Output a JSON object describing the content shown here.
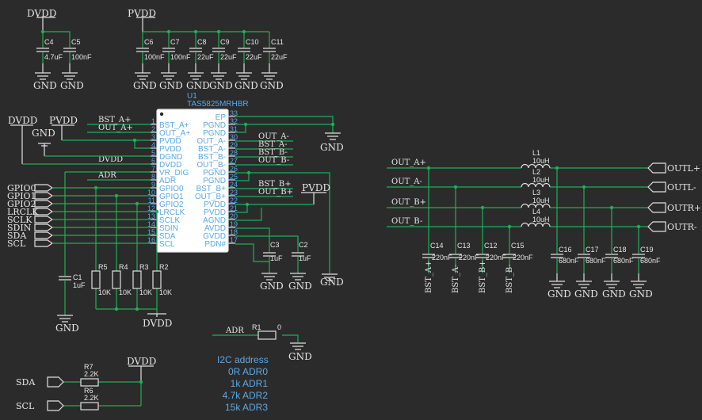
{
  "power": {
    "dvdd": "DVDD",
    "pvdd": "PVDD",
    "gnd": "GND"
  },
  "ic": {
    "ref": "U1",
    "part": "TAS5825MRHBR",
    "left_pins": [
      {
        "num": "1",
        "name": "BST_A+"
      },
      {
        "num": "2",
        "name": "OUT_A+"
      },
      {
        "num": "3",
        "name": "PVDD"
      },
      {
        "num": "4",
        "name": "PVDD"
      },
      {
        "num": "5",
        "name": "DGND"
      },
      {
        "num": "6",
        "name": "DVDD"
      },
      {
        "num": "7",
        "name": "VR_DIG"
      },
      {
        "num": "8",
        "name": "ADR"
      },
      {
        "num": "9",
        "name": "GPIO0"
      },
      {
        "num": "10",
        "name": "GPIO1"
      },
      {
        "num": "11",
        "name": "GPIO2"
      },
      {
        "num": "12",
        "name": "LRCLK"
      },
      {
        "num": "13",
        "name": "SCLK"
      },
      {
        "num": "14",
        "name": "SDIN"
      },
      {
        "num": "15",
        "name": "SDA"
      },
      {
        "num": "16",
        "name": "SCL"
      }
    ],
    "right_pins": [
      {
        "num": "33",
        "name": "EP"
      },
      {
        "num": "32",
        "name": "PGND"
      },
      {
        "num": "31",
        "name": "PGND"
      },
      {
        "num": "30",
        "name": "OUT_A-"
      },
      {
        "num": "29",
        "name": "BST_A-"
      },
      {
        "num": "28",
        "name": "BST_B-"
      },
      {
        "num": "27",
        "name": "OUT_B-"
      },
      {
        "num": "26",
        "name": "PGND"
      },
      {
        "num": "25",
        "name": "PGND"
      },
      {
        "num": "24",
        "name": "BST_B+"
      },
      {
        "num": "23",
        "name": "OUT_B+"
      },
      {
        "num": "22",
        "name": "PVDD"
      },
      {
        "num": "21",
        "name": "PVDD"
      },
      {
        "num": "20",
        "name": "AGND"
      },
      {
        "num": "19",
        "name": "AVDD"
      },
      {
        "num": "18",
        "name": "GVDD"
      },
      {
        "num": "17",
        "name": "PDN#"
      }
    ]
  },
  "nets": {
    "bst_a_plus": "BST_A+",
    "out_a_plus": "OUT_A+",
    "out_a_minus": "OUT_A-",
    "bst_a_minus": "BST_A-",
    "bst_b_minus": "BST_B-",
    "out_b_minus": "OUT_B-",
    "bst_b_plus": "BST_B+",
    "out_b_plus": "OUT_B+",
    "dvdd": "DVDD",
    "adr": "ADR",
    "sda": "SDA",
    "scl": "SCL"
  },
  "ports_left": [
    "GPIO0",
    "GPIO1",
    "GPIO2",
    "LRCLK",
    "SCLK",
    "SDIN",
    "SDA",
    "SCL"
  ],
  "ports_right": [
    "OUTL+",
    "OUTL-",
    "OUTR+",
    "OUTR-"
  ],
  "caps_top": [
    {
      "ref": "C4",
      "val": "4.7uF"
    },
    {
      "ref": "C5",
      "val": "100nF"
    },
    {
      "ref": "C6",
      "val": "100nF"
    },
    {
      "ref": "C7",
      "val": "100nF"
    },
    {
      "ref": "C8",
      "val": "22uF"
    },
    {
      "ref": "C9",
      "val": "22uF"
    },
    {
      "ref": "C10",
      "val": "22uF"
    },
    {
      "ref": "C11",
      "val": "22uF"
    }
  ],
  "caps_misc": [
    {
      "ref": "C1",
      "val": "1uF"
    },
    {
      "ref": "C3",
      "val": "1uF"
    },
    {
      "ref": "C2",
      "val": "1uF"
    }
  ],
  "resistors": [
    {
      "ref": "R5",
      "val": "10K"
    },
    {
      "ref": "R4",
      "val": "10K"
    },
    {
      "ref": "R3",
      "val": "10K"
    },
    {
      "ref": "R2",
      "val": "10K"
    }
  ],
  "r1": {
    "ref": "R1",
    "val": "0"
  },
  "pullups": [
    {
      "ref": "R7",
      "val": "2.2K"
    },
    {
      "ref": "R6",
      "val": "2.2K"
    }
  ],
  "inductors": [
    {
      "ref": "L1",
      "val": "10uH"
    },
    {
      "ref": "L2",
      "val": "10uH"
    },
    {
      "ref": "L3",
      "val": "10uH"
    },
    {
      "ref": "L4",
      "val": "10uH"
    }
  ],
  "caps_bst": [
    {
      "ref": "C14",
      "val": "220nF",
      "net": "BST_A+"
    },
    {
      "ref": "C13",
      "val": "220nF",
      "net": "BST_A-"
    },
    {
      "ref": "C12",
      "val": "220nF",
      "net": "BST_B+"
    },
    {
      "ref": "C15",
      "val": "220nF",
      "net": "BST_B-"
    }
  ],
  "caps_out": [
    {
      "ref": "C16",
      "val": "680nF"
    },
    {
      "ref": "C17",
      "val": "680nF"
    },
    {
      "ref": "C18",
      "val": "680nF"
    },
    {
      "ref": "C19",
      "val": "680nF"
    }
  ],
  "i2c_table": {
    "title": "I2C address",
    "rows": [
      "0R ADR0",
      "1k ADR1",
      "4.7k ADR2",
      "15k ADR3"
    ]
  }
}
